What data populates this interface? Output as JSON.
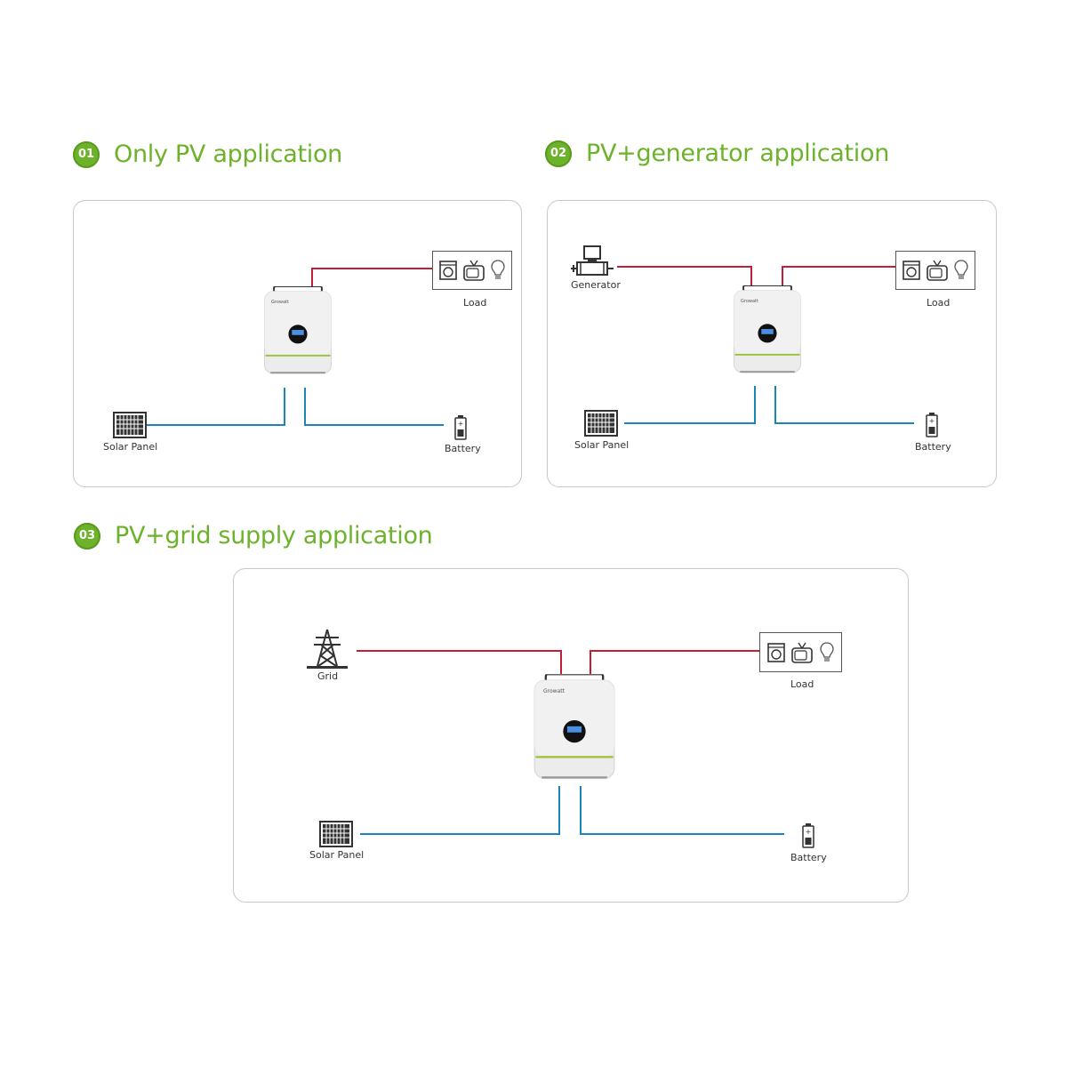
{
  "sections": [
    {
      "number": "01",
      "title": "Only PV application"
    },
    {
      "number": "02",
      "title": "PV+generator application"
    },
    {
      "number": "03",
      "title": "PV+grid supply application"
    }
  ],
  "labels": {
    "load": "Load",
    "solar_panel": "Solar Panel",
    "battery": "Battery",
    "generator": "Generator",
    "grid": "Grid",
    "inverter_brand": "Growatt"
  },
  "colors": {
    "accent_green": "#6db22b",
    "ac_wire": "#c11f35",
    "dc_wire": "#1a86b8"
  }
}
